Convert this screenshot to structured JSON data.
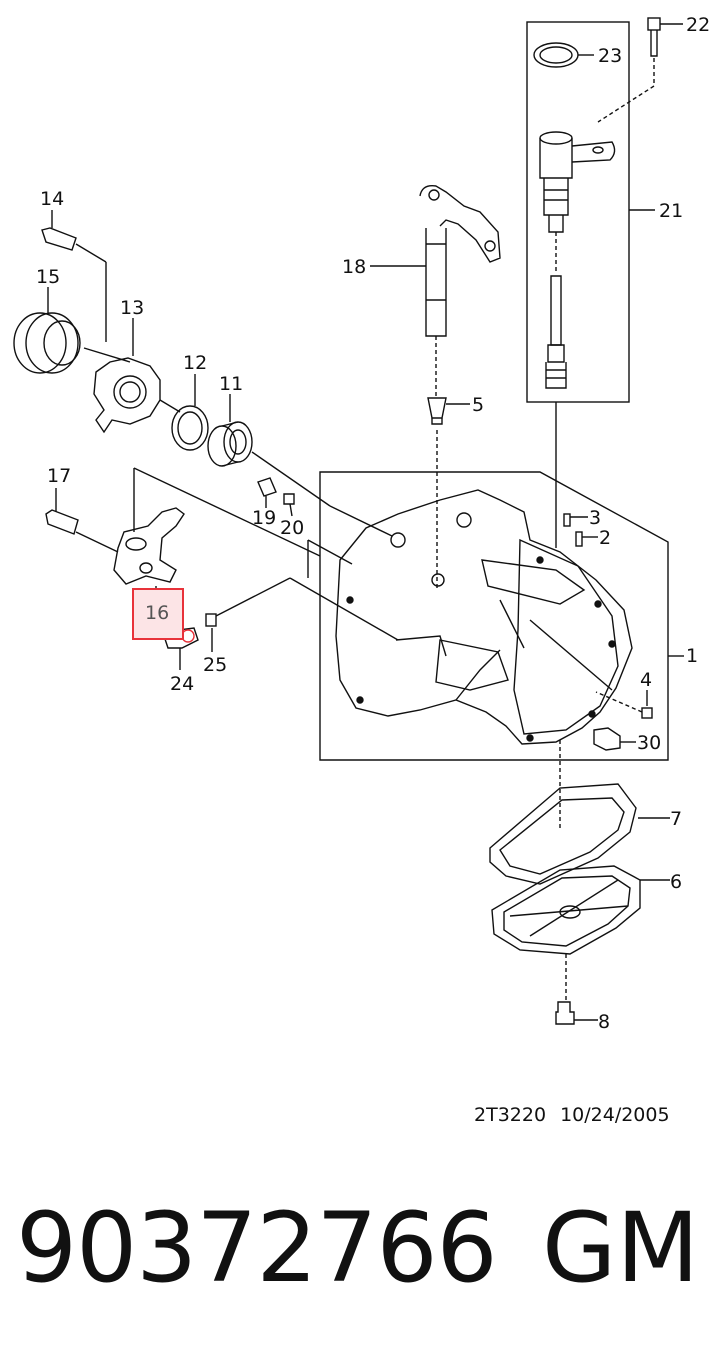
{
  "diagram": {
    "callouts": [
      "22",
      "23",
      "21",
      "14",
      "18",
      "15",
      "13",
      "12",
      "11",
      "5",
      "17",
      "19",
      "20",
      "3",
      "2",
      "16",
      "24",
      "25",
      "1",
      "4",
      "30",
      "7",
      "6",
      "8"
    ],
    "highlighted_callout": "16",
    "highlight_color": "#e8323a",
    "highlight_fill": "#fce4e6"
  },
  "footer": {
    "diagram_code": "2T3220",
    "diagram_date": "10/24/2005"
  },
  "product": {
    "part_number": "90372766",
    "brand": "GM"
  }
}
